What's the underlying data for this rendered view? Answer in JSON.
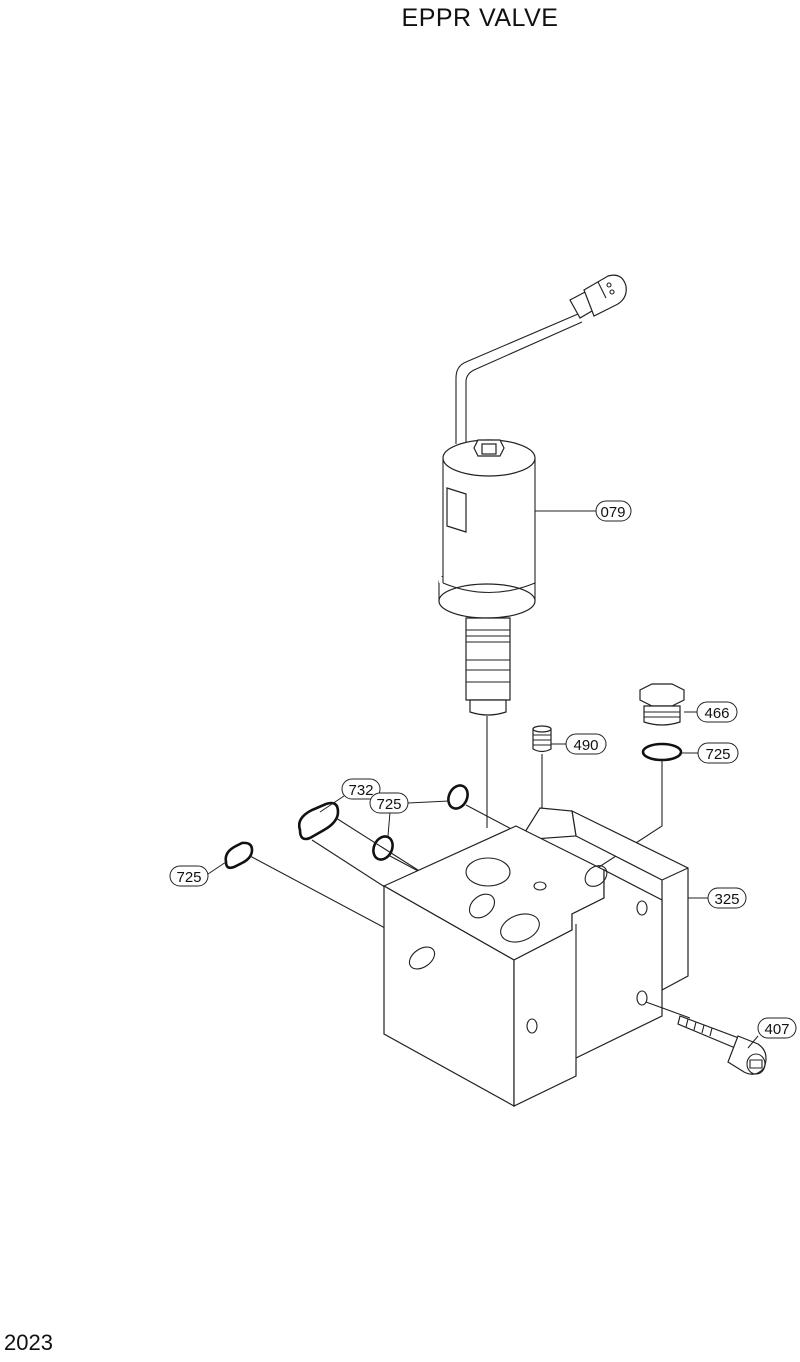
{
  "title": "EPPR VALVE",
  "page_number": "2023",
  "callouts": {
    "solenoid": "079",
    "plug": "466",
    "pin": "490",
    "oring_right": "725",
    "oring_mid": "725",
    "oring_left": "725",
    "oring_oval": "732",
    "block": "325",
    "bolt": "407"
  }
}
